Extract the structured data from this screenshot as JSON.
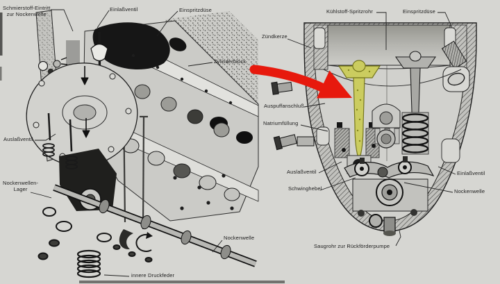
{
  "colors": {
    "background": "#d6d6d2",
    "ink": "#1c1c1c",
    "arrow_red": "#e7190d",
    "valve_highlight": "#cbcc5f",
    "valve_highlight_stroke": "#75761c"
  },
  "left_diagram": {
    "labels": {
      "schmierstoff_line1": "Schmierstoff-Eintritt",
      "schmierstoff_line2": "zur Nockenwelle",
      "einlassventil": "Einlaßventil",
      "einspritzduese": "Einspritzdüse",
      "zylinderblock": "Zylinderblock",
      "auslassventil": "Auslaßventil",
      "nockenwellen_lager_line1": "Nockenwellen-",
      "nockenwellen_lager_line2": "Lager",
      "nockenwelle": "Nockenwelle",
      "innere_druckfeder": "innere Druckfeder"
    }
  },
  "right_diagram": {
    "labels": {
      "kuehlstoff_spritzrohr": "Kühlstoff-Spritzrohr",
      "einspritzduese": "Einspritzdüse",
      "zuendkerze": "Zündkerze",
      "auspuffanschluss": "Auspuffanschluß",
      "natriumfuellung": "Natriumfüllung",
      "auslassventil": "Auslaßventil",
      "schwinghebel": "Schwinghebel",
      "einlassventil": "Einlaßventil",
      "nockenwelle": "Nockenwelle",
      "saugrohr": "Saugrohr zur Rückförderpumpe"
    }
  }
}
